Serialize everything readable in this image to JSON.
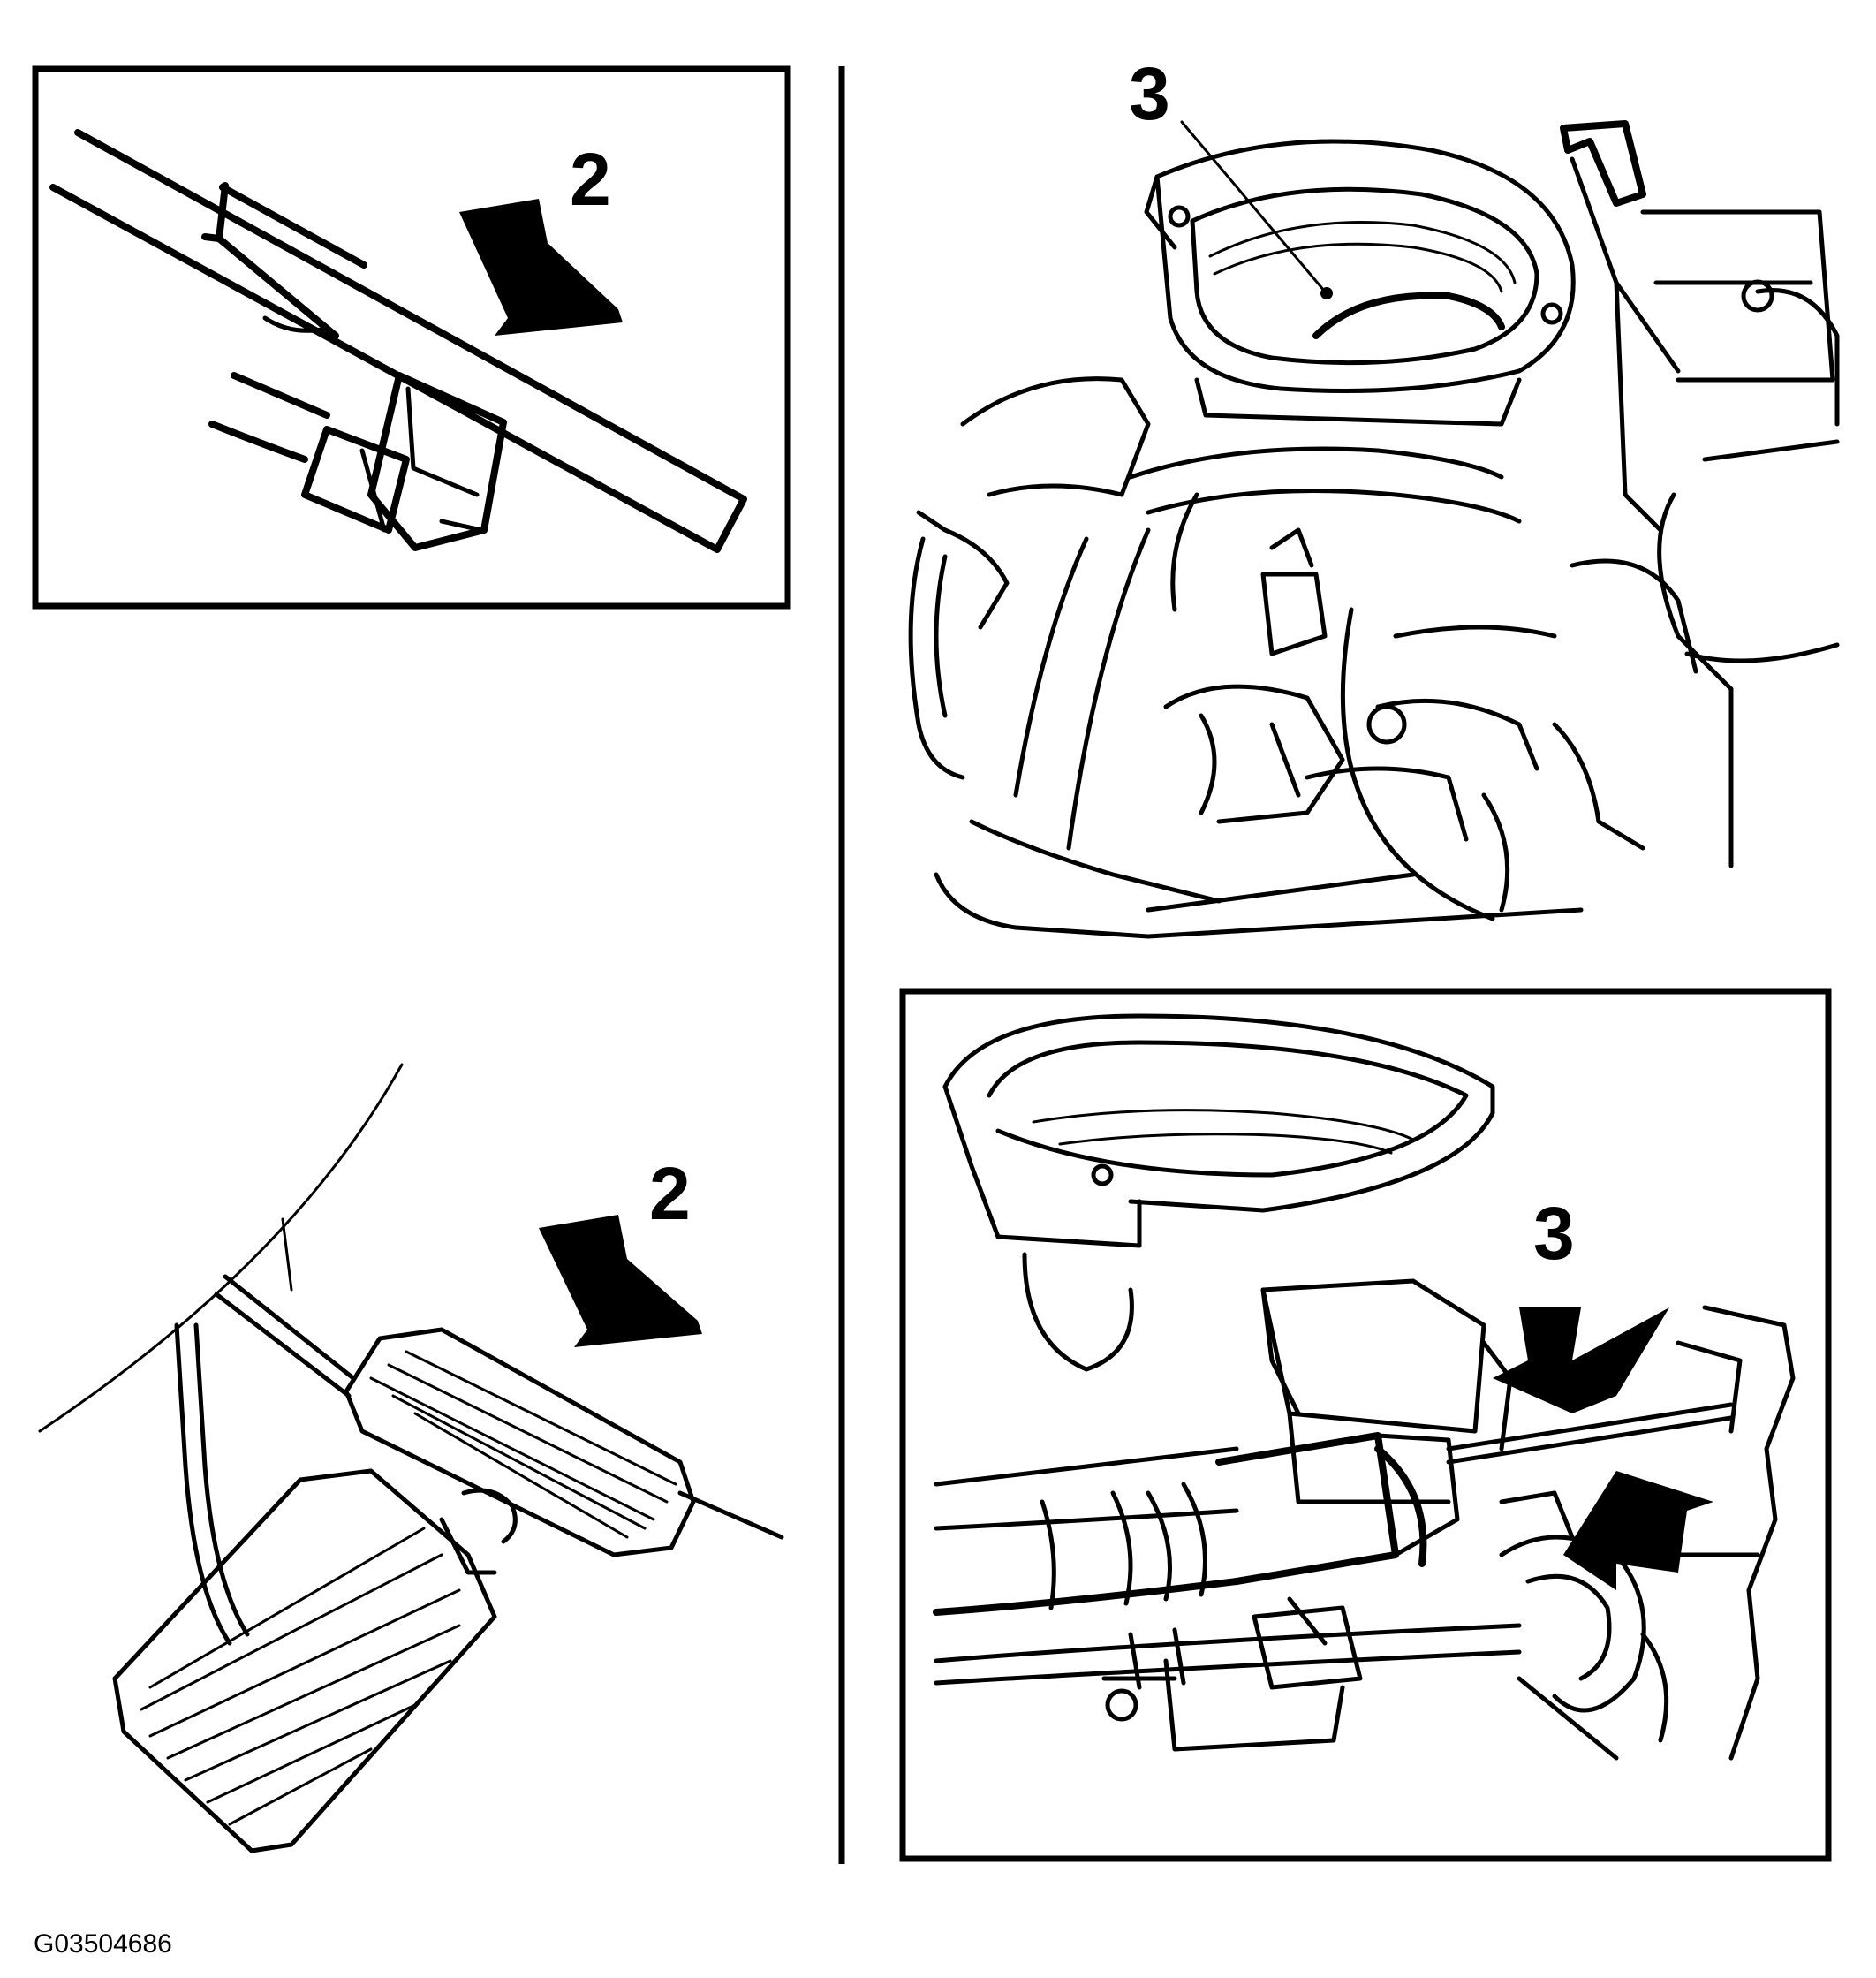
{
  "callouts": {
    "pedal_inset_arrow": "2",
    "pedal_arrow": "2",
    "throttle_body_leader": "3",
    "cable_inset_arrow": "3"
  },
  "figure_id": "G03504686",
  "colors": {
    "ink": "#000000",
    "paper": "#ffffff"
  }
}
